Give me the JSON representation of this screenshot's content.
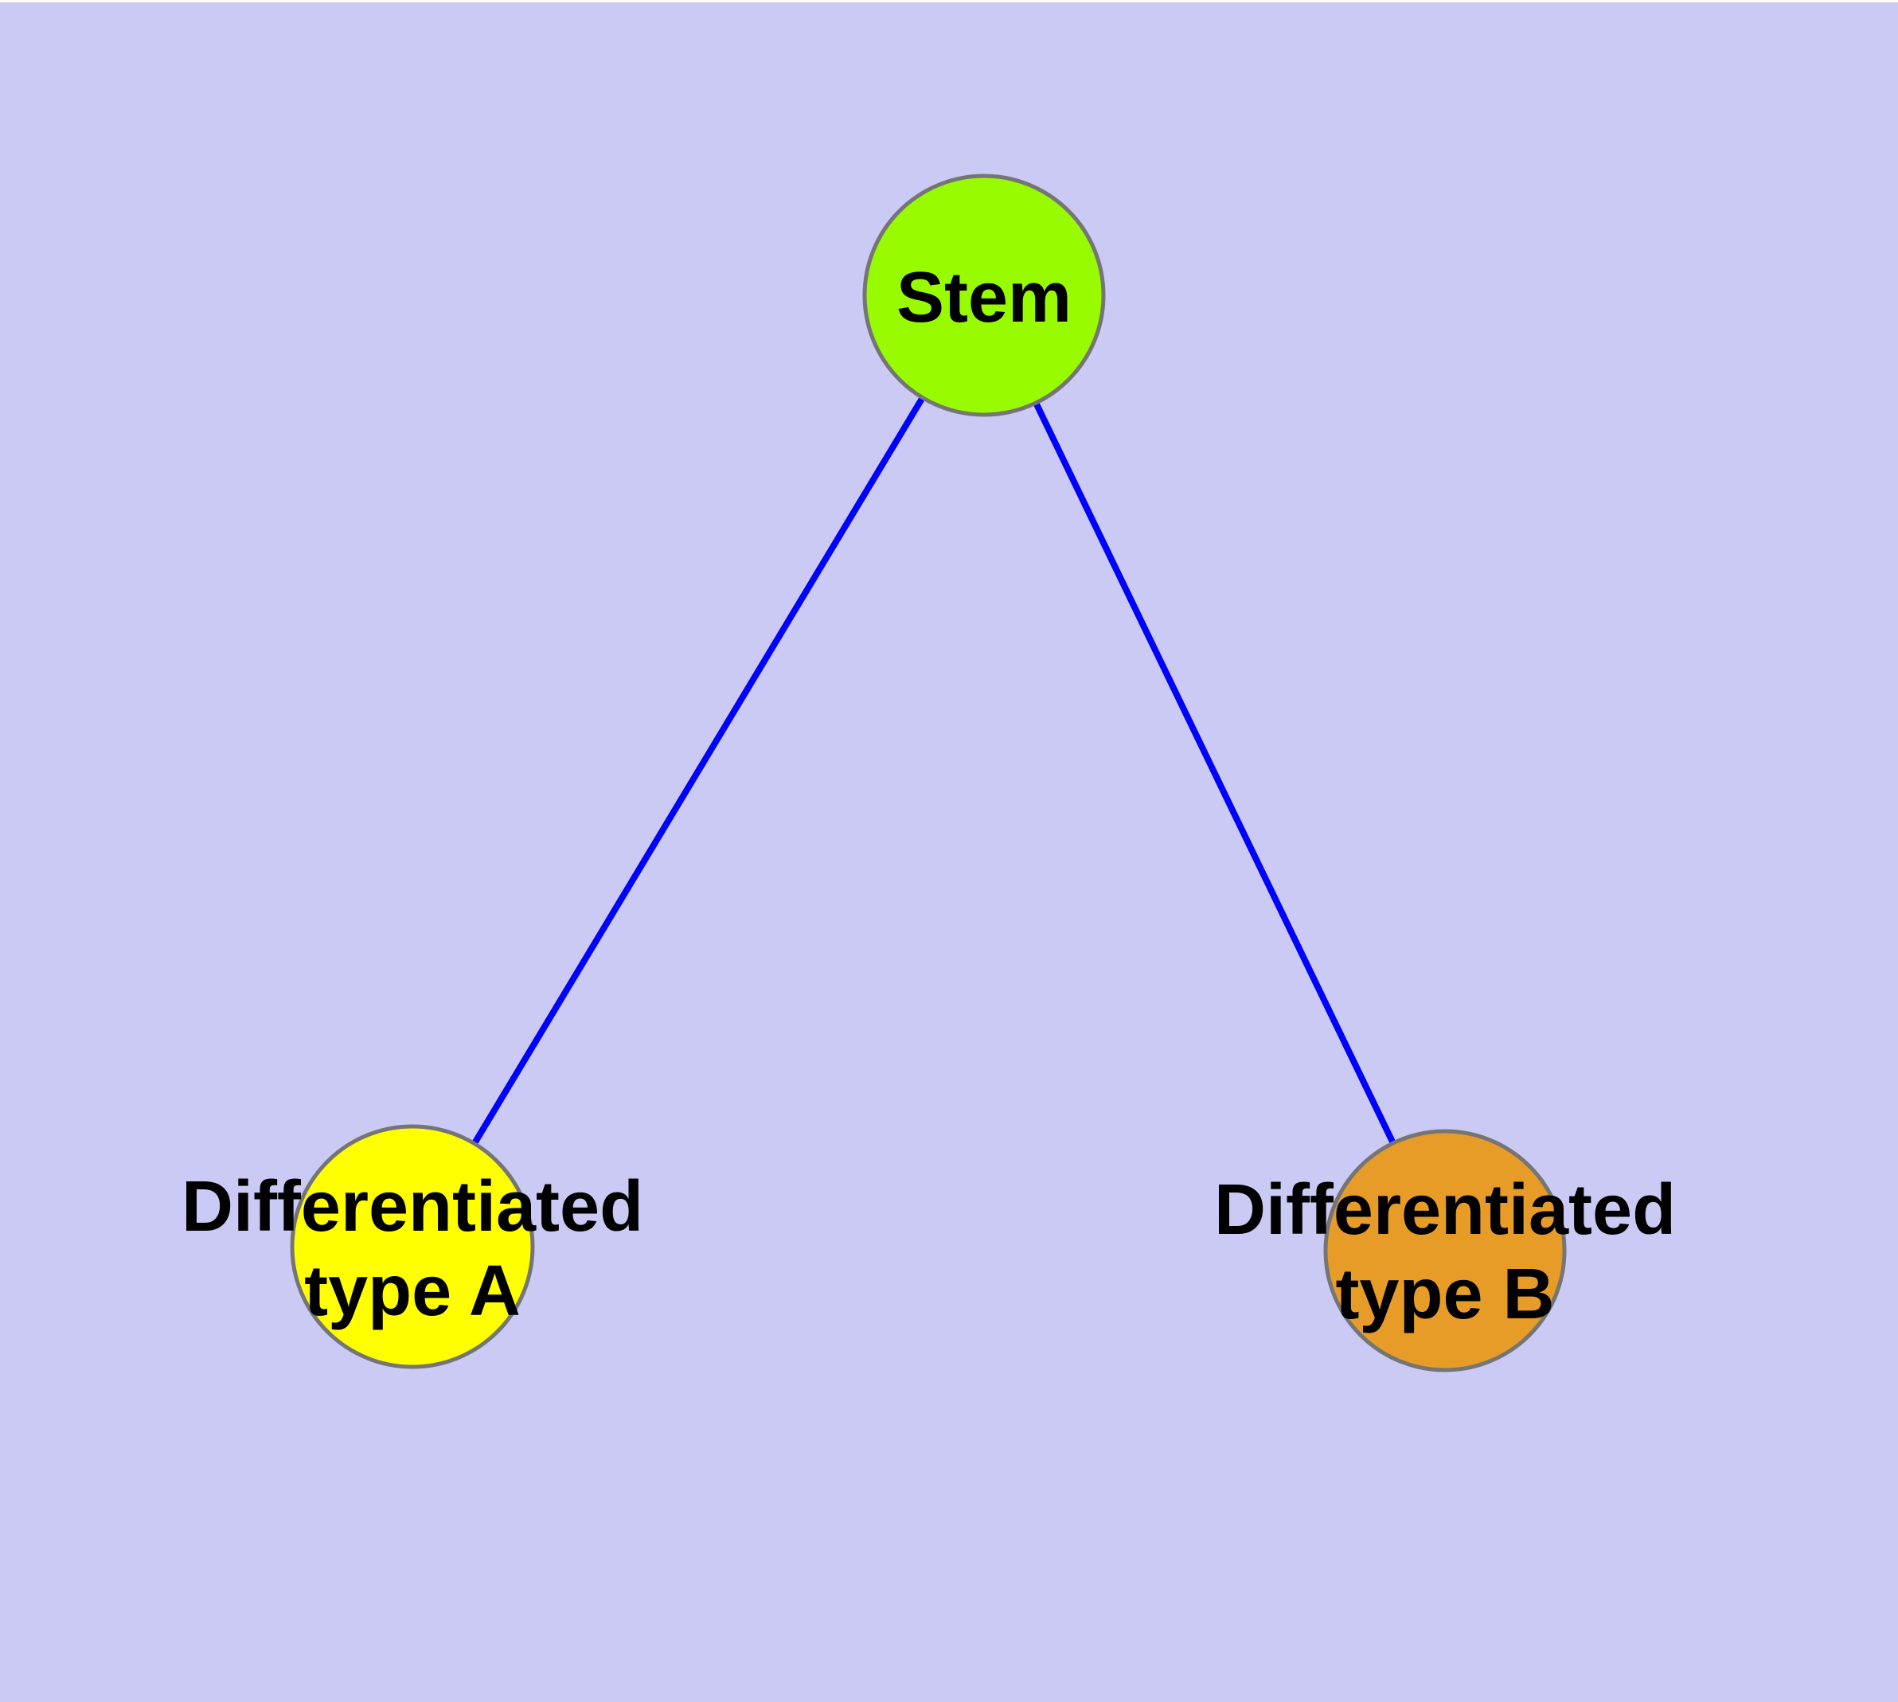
{
  "canvas": {
    "background_color": "#CACAF5",
    "top_strip_color": "#FFFFFF",
    "node_border_color": "#757575",
    "text_color": "#000000"
  },
  "edges": {
    "color": "#0000FF",
    "items": [
      {
        "from": "Stem",
        "to": "Differentiated type A"
      },
      {
        "from": "Stem",
        "to": "Differentiated type B"
      }
    ]
  },
  "nodes": {
    "stem": {
      "label": "Stem",
      "fill": "#99FB00"
    },
    "type_a": {
      "label_line1": "Differentiated",
      "label_line2": "type A",
      "fill": "#FFFF00"
    },
    "type_b": {
      "label_line1": "Differentiated",
      "label_line2": "type B",
      "fill": "#E89C28"
    }
  }
}
